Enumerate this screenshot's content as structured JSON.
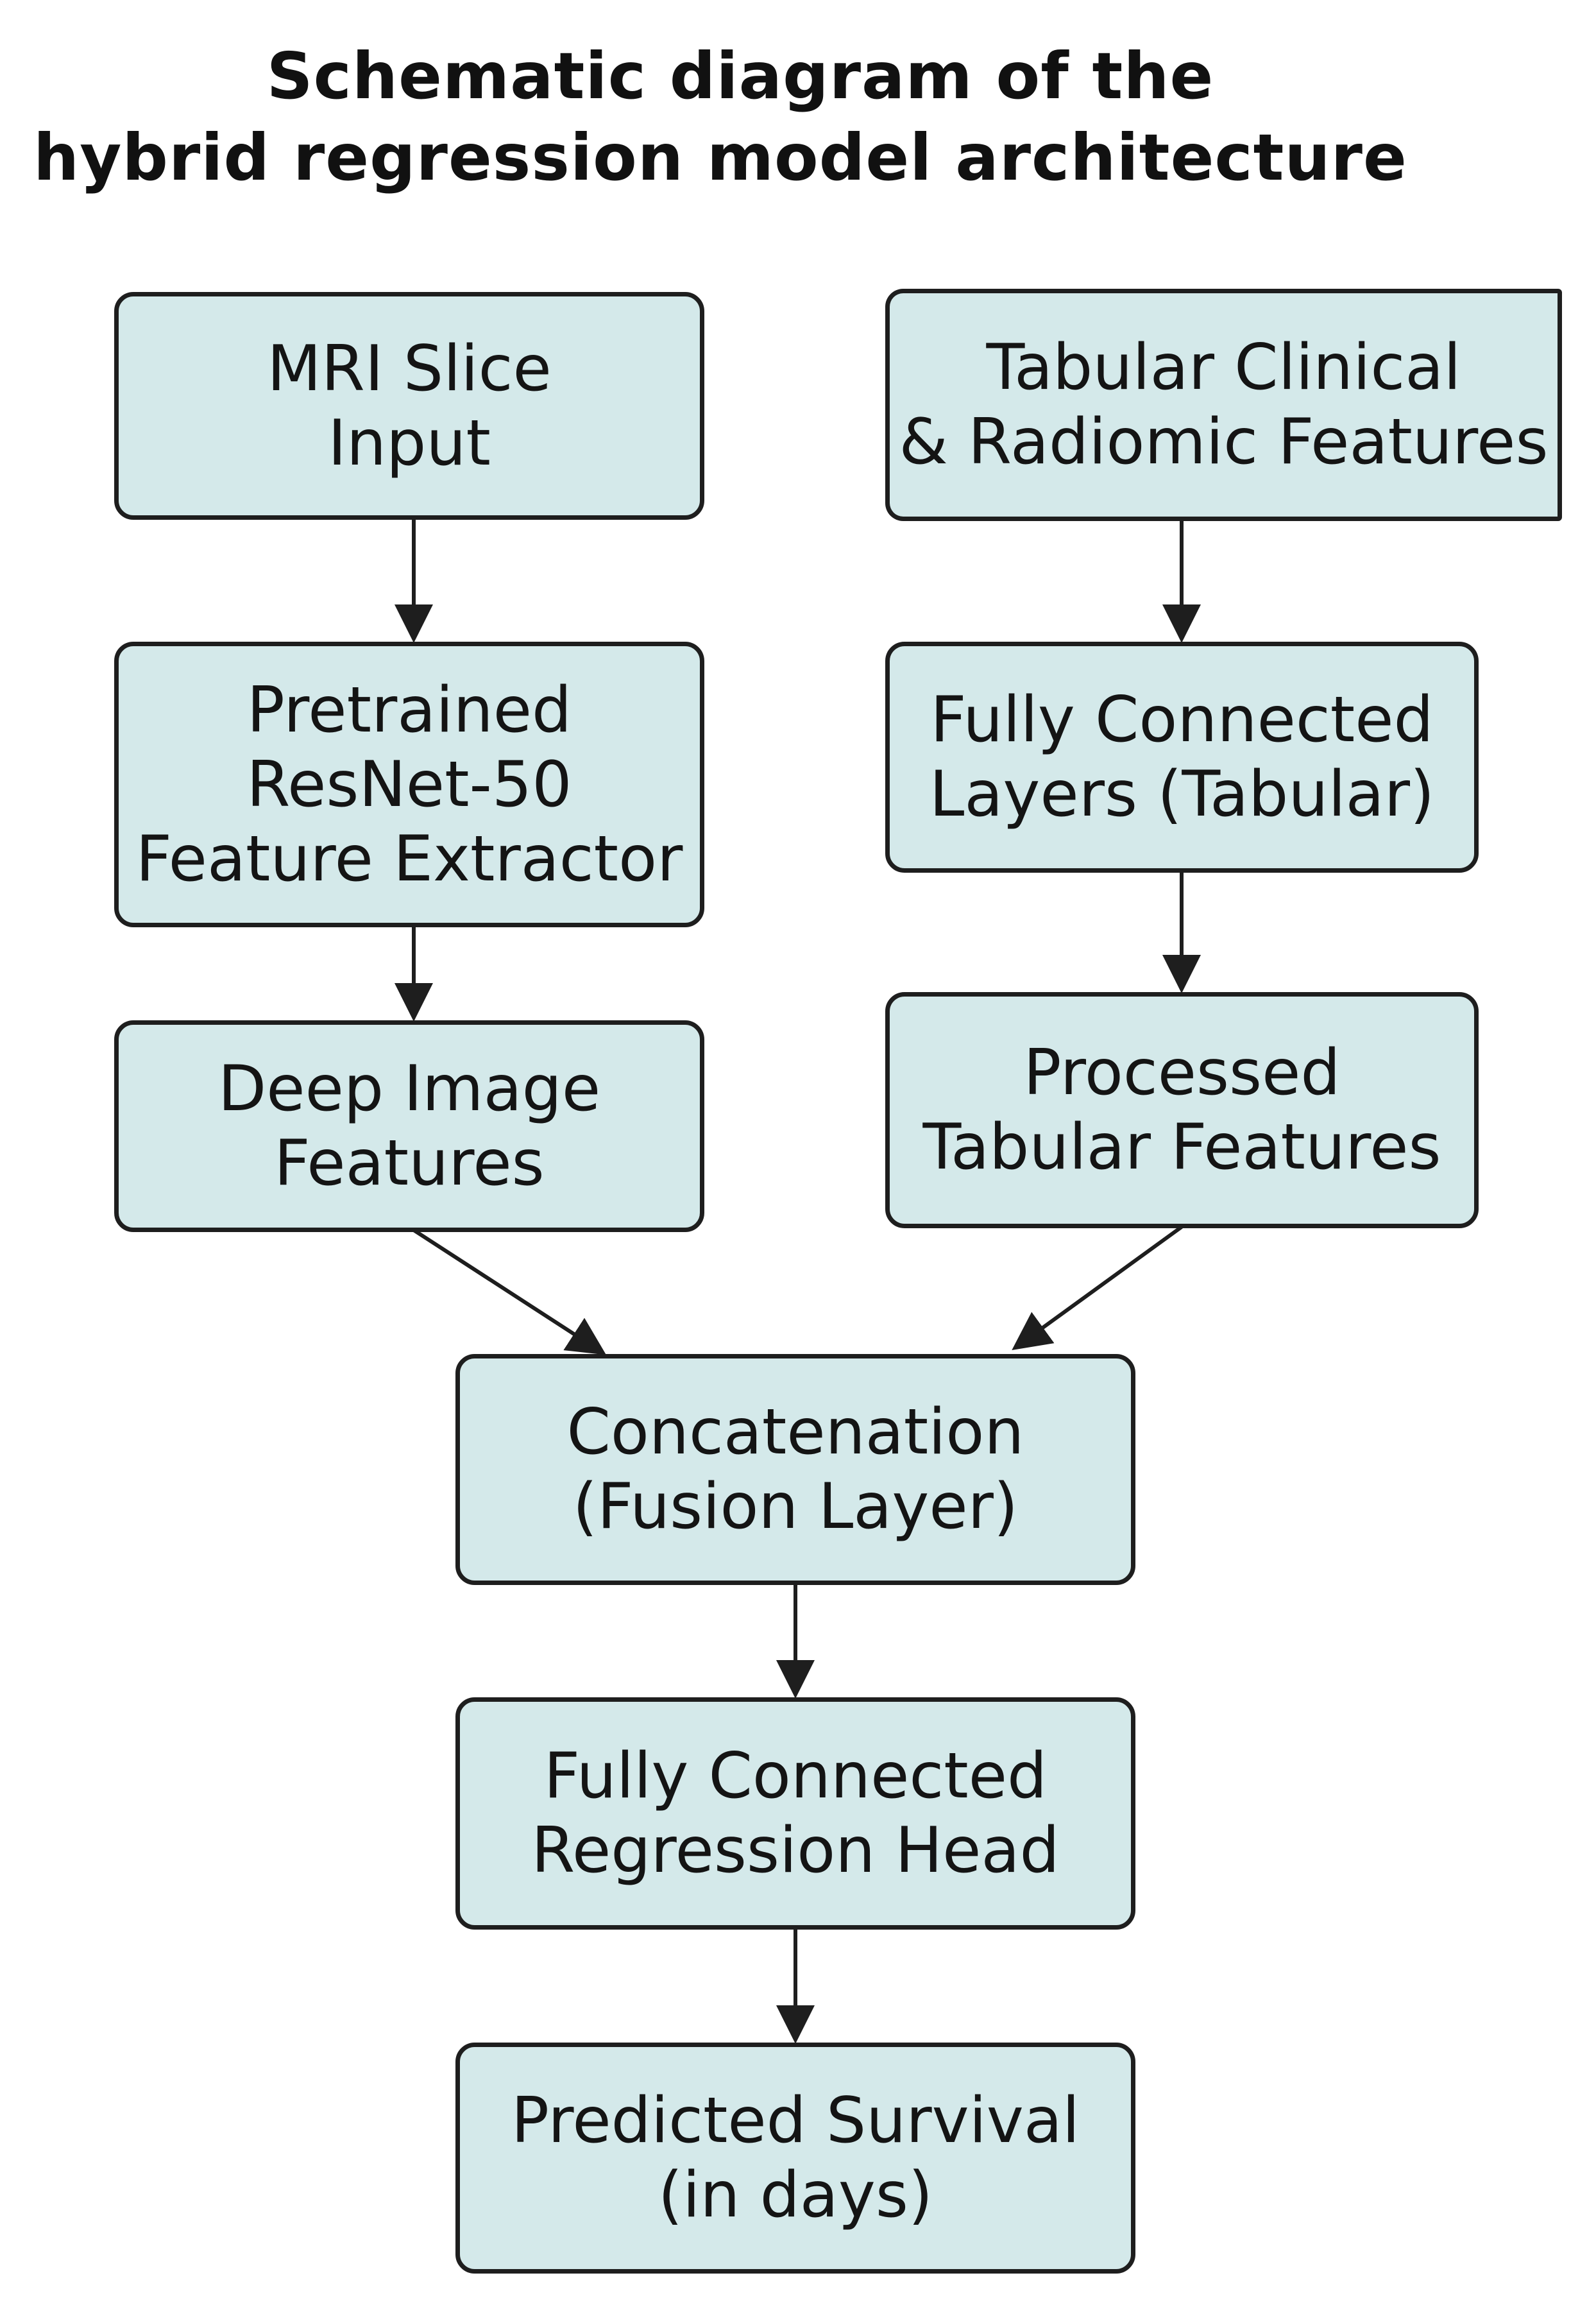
{
  "title": {
    "line1": "Schematic diagram of the",
    "line2": "hybrid regression model architecture"
  },
  "nodes": {
    "mri_input": {
      "line1": "MRI Slice",
      "line2": "Input"
    },
    "tabular_input": {
      "line1": "Tabular Clinical",
      "line2": "& Radiomic Features"
    },
    "resnet": {
      "line1": "Pretrained",
      "line2": "ResNet-50",
      "line3": "Feature Extractor"
    },
    "fc_tabular": {
      "line1": "Fully Connected",
      "line2": "Layers (Tabular)"
    },
    "deep_features": {
      "line1": "Deep Image",
      "line2": "Features"
    },
    "processed_tabular": {
      "line1": "Processed",
      "line2": "Tabular Features"
    },
    "concat": {
      "line1": "Concatenation",
      "line2": "(Fusion Layer)"
    },
    "regression_head": {
      "line1": "Fully Connected",
      "line2": "Regression Head"
    },
    "output": {
      "line1": "Predicted Survival",
      "line2": "(in days)"
    }
  },
  "colors": {
    "node_fill": "#d4e9ea",
    "node_border": "#1e1e1e",
    "arrow": "#1e1e1e",
    "text": "#141414"
  }
}
